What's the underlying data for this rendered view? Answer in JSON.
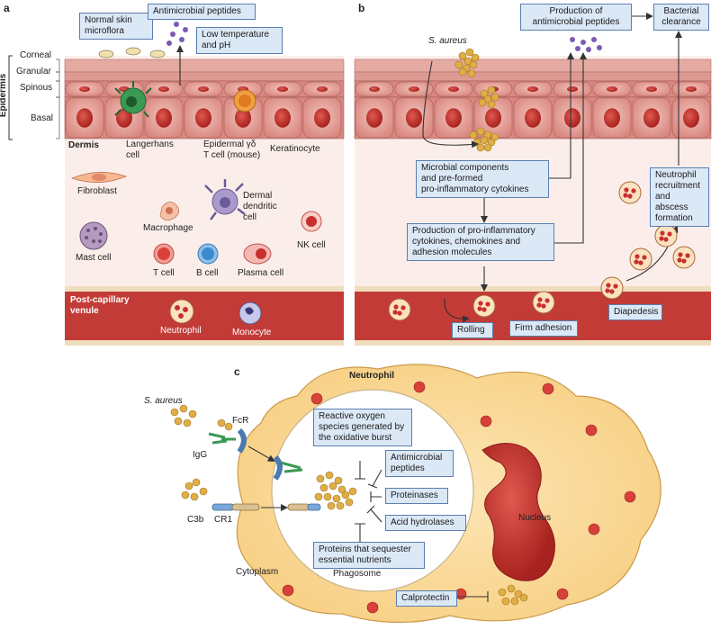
{
  "panels": {
    "a": "a",
    "b": "b",
    "c": "c"
  },
  "panel_a": {
    "layers": {
      "corneal": "Corneal",
      "granular": "Granular",
      "spinous": "Spinous",
      "basal": "Basal",
      "epidermis": "Epidermis",
      "dermis": "Dermis"
    },
    "boxes": {
      "normal_flora": "Normal skin\nmicroflora",
      "antimicrobial_peptides": "Antimicrobial peptides",
      "low_temp": "Low temperature\nand pH"
    },
    "cells": {
      "langerhans": "Langerhans\ncell",
      "epidermal_gd": "Epidermal γδ\nT cell (mouse)",
      "keratinocyte": "Keratinocyte",
      "fibroblast": "Fibroblast",
      "dermal_dendritic": "Dermal\ndendritic\ncell",
      "macrophage": "Macrophage",
      "mast_cell": "Mast cell",
      "nk_cell": "NK cell",
      "t_cell": "T cell",
      "b_cell": "B cell",
      "plasma_cell": "Plasma cell",
      "neutrophil": "Neutrophil",
      "monocyte": "Monocyte"
    },
    "venule": "Post-capillary\nvenule"
  },
  "panel_b": {
    "s_aureus": "S. aureus",
    "boxes": {
      "production_amp": "Production of\nantimicrobial peptides",
      "bacterial_clearance": "Bacterial\nclearance",
      "microbial_components": "Microbial components\nand pre-formed\npro-inflammatory cytokines",
      "production_cytokines": "Production of pro-inflammatory\ncytokines, chemokines and\nadhesion molecules",
      "neutrophil_recruitment": "Neutrophil\nrecruitment\nand abscess\nformation",
      "rolling": "Rolling",
      "firm_adhesion": "Firm adhesion",
      "diapedesis": "Diapedesis"
    }
  },
  "panel_c": {
    "title": "Neutrophil",
    "s_aureus": "S. aureus",
    "fcr": "FcR",
    "igg": "IgG",
    "c3b": "C3b",
    "cr1": "CR1",
    "cytoplasm": "Cytoplasm",
    "phagosome": "Phagosome",
    "nucleus": "Nucleus",
    "boxes": {
      "ros": "Reactive oxygen\nspecies generated by\nthe oxidative burst",
      "amp": "Antimicrobial\npeptides",
      "proteinases": "Proteinases",
      "acid_hydrolases": "Acid hydrolases",
      "sequester": "Proteins that sequester\nessential nutrients",
      "calprotectin": "Calprotectin"
    }
  },
  "colors": {
    "skin_cell": "#e8a9a2",
    "nucleus_red": "#c8302e",
    "blood": "#c23b37",
    "dermis_bg": "#fbeeea",
    "bacteria": "#e0ae45",
    "cytoplasm": "#fbdca0",
    "box_fill": "#dbe8f6",
    "box_border": "#5b7fae",
    "peptide": "#7b5ab4"
  }
}
